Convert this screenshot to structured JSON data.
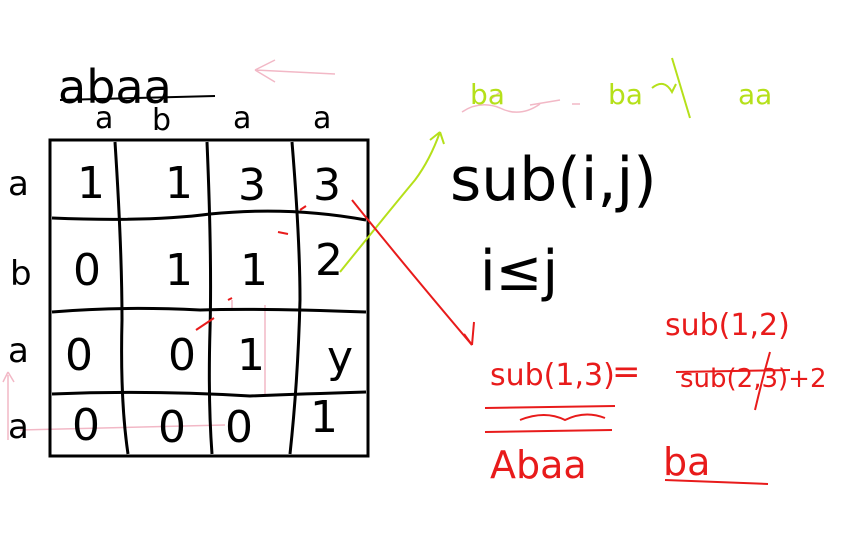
{
  "title": "abaa",
  "columns": [
    "a",
    "b",
    "a",
    "a"
  ],
  "rows": [
    "a",
    "b",
    "a",
    "a"
  ],
  "matrix": [
    [
      "1",
      "1",
      "3",
      "3"
    ],
    [
      "0",
      "1",
      "1",
      "2"
    ],
    [
      "0",
      "0",
      "1",
      "y"
    ],
    [
      "0",
      "0",
      "0",
      "1"
    ]
  ],
  "green_notes": [
    "ba",
    "ba",
    "aa"
  ],
  "sub_def": "sub(i,j)",
  "sub_cond": "i≤j",
  "red_eq_left": "sub(1,3)",
  "red_eq_sign": "=",
  "red_top_right": "sub(1,2)",
  "red_mid_right": "sub(2,3)+2",
  "red_word_left": "Abaa",
  "red_word_right": "ba",
  "colors": {
    "ink": "#000000",
    "red": "#e81b1b",
    "green": "#b5e01a",
    "pink": "#f2b8c6"
  }
}
